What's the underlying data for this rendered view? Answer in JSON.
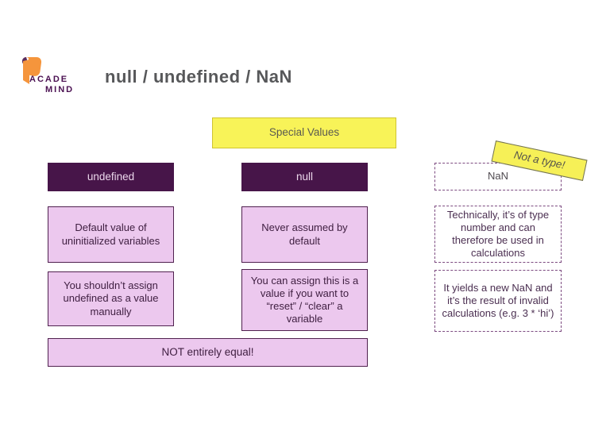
{
  "logo": {
    "line1": "ACADE",
    "line2": "MIND"
  },
  "title": "null / undefined / NaN",
  "special_values_label": "Special Values",
  "columns": [
    {
      "header": "undefined",
      "boxes": [
        "Default value of uninitialized variables",
        "You shouldn’t assign undefined as a value manually"
      ]
    },
    {
      "header": "null",
      "boxes": [
        "Never assumed by default",
        "You can assign this is a value if you want to “reset” / “clear” a variable"
      ]
    },
    {
      "header": "NaN",
      "tag": "Not a type!",
      "boxes": [
        "Technically, it’s of type number and can therefore be used in calculations",
        "It yields a new NaN and it’s the result of invalid calculations (e.g. 3 * ‘hi’)"
      ]
    }
  ],
  "footer_note": "NOT entirely equal!",
  "colors": {
    "dark_purple": "#471549",
    "light_purple": "#ecc8ee",
    "purple_border": "#50214f",
    "dashed_purple": "#7c4a80",
    "yellow": "#f8f358",
    "tag_yellow": "#f6f057",
    "logo_orange": "#f5953c",
    "title_gray": "#57585a"
  }
}
